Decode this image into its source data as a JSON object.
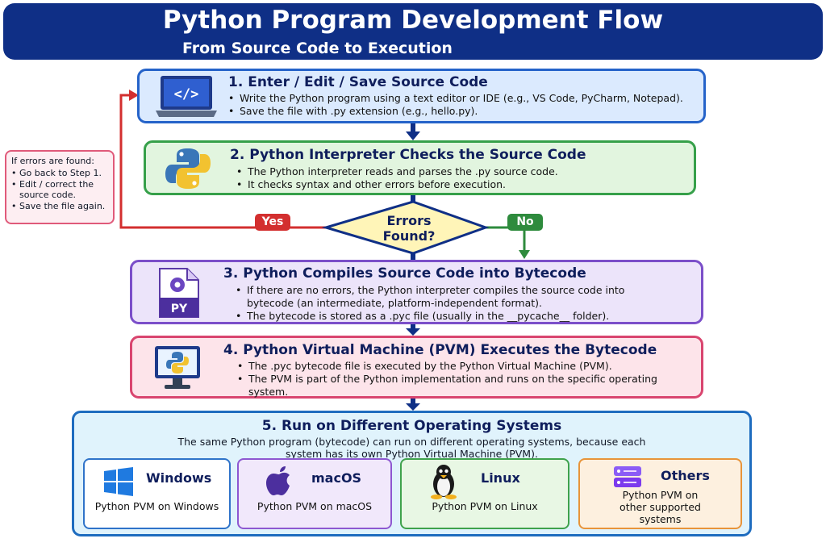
{
  "header": {
    "title": "Python Program Development Flow",
    "subtitle": "From Source Code to Execution"
  },
  "steps": [
    {
      "title": "1. Enter / Edit / Save Source Code",
      "bullets": [
        "Write the Python program using a text editor or IDE (e.g., VS Code, PyCharm, Notepad).",
        "Save the file with .py extension (e.g., hello.py)."
      ],
      "icon": "laptop-code-icon"
    },
    {
      "title": "2. Python Interpreter Checks the Source Code",
      "bullets": [
        "The Python interpreter reads and parses the .py source code.",
        "It checks syntax and other errors before execution."
      ],
      "icon": "python-logo-icon"
    },
    {
      "title": "3. Python Compiles Source Code into Bytecode",
      "bullets": [
        "If there are no errors, the Python interpreter compiles the source code into bytecode (an intermediate, platform-independent format).",
        "The bytecode is stored as a .pyc file (usually in the __pycache__ folder)."
      ],
      "icon": "pyc-file-icon",
      "file_label": "PY"
    },
    {
      "title": "4. Python Virtual Machine (PVM) Executes the Bytecode",
      "bullets": [
        "The .pyc bytecode file is executed by the Python Virtual Machine (PVM).",
        "The PVM is part of the Python implementation and runs on the specific operating system."
      ],
      "icon": "monitor-python-icon"
    },
    {
      "title": "5. Run on Different Operating Systems",
      "description": "The same Python program (bytecode) can run on different operating systems, because each system has its own Python Virtual Machine (PVM)."
    }
  ],
  "decision": {
    "text_line1": "Errors",
    "text_line2": "Found?",
    "yes": "Yes",
    "no": "No"
  },
  "error_note": {
    "title": "If errors are found:",
    "items": [
      "Go back to Step 1.",
      "Edit / correct the source code.",
      "Save the file again."
    ]
  },
  "os_list": [
    {
      "name": "Windows",
      "desc": "Python PVM on Windows",
      "icon": "windows-logo-icon"
    },
    {
      "name": "macOS",
      "desc": "Python PVM on macOS",
      "icon": "apple-logo-icon"
    },
    {
      "name": "Linux",
      "desc": "Python PVM on Linux",
      "icon": "linux-tux-icon"
    },
    {
      "name": "Others",
      "desc": "Python PVM on other supported systems",
      "icon": "server-icon"
    }
  ],
  "colors": {
    "header": "#0f2f86",
    "step1": "#2563c9",
    "step2": "#36a04a",
    "step3": "#7b4fc9",
    "step4": "#d9456f",
    "step5": "#1e6cbf",
    "yes": "#d32f2f",
    "no": "#2e8b3d",
    "decision": "#fff5b8"
  }
}
